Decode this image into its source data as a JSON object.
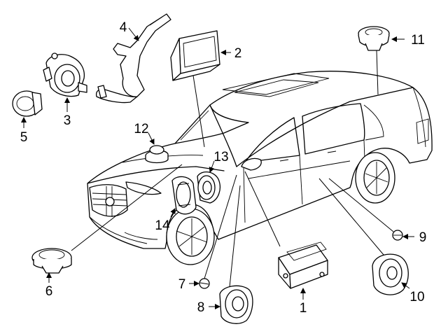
{
  "diagram": {
    "callouts": {
      "n1": "1",
      "n2": "2",
      "n3": "3",
      "n4": "4",
      "n5": "5",
      "n6": "6",
      "n7": "7",
      "n8": "8",
      "n9": "9",
      "n10": "10",
      "n11": "11",
      "n12": "12",
      "n13": "13",
      "n14": "14"
    }
  }
}
